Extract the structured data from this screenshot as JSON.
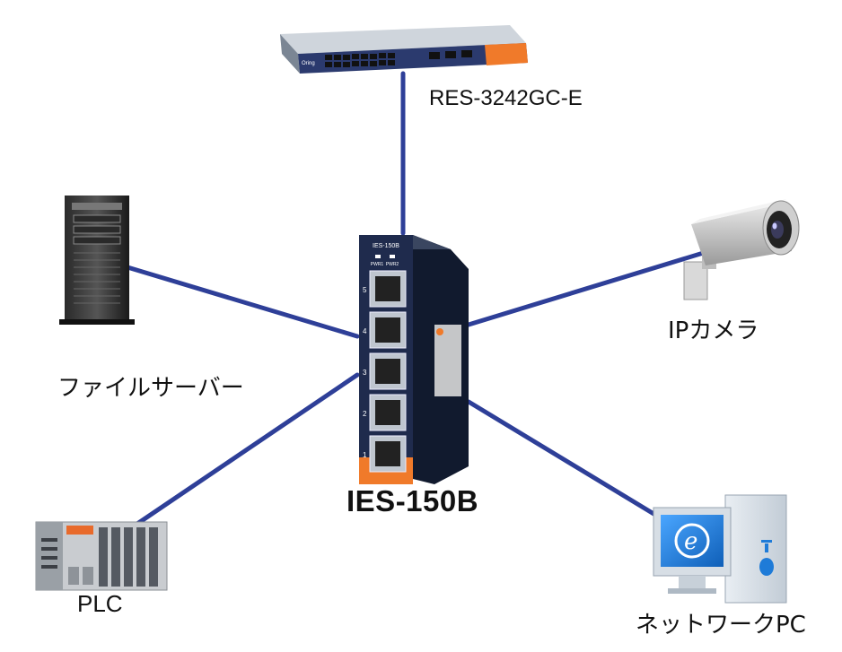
{
  "diagram": {
    "center_device": {
      "label": "IES-150B",
      "front_model": "IES-150B",
      "led_labels": [
        "PWR1",
        "PWR2"
      ],
      "port_numbers": [
        "5",
        "4",
        "3",
        "2",
        "1"
      ]
    },
    "top_device": {
      "label": "RES-3242GC-E",
      "brand": "Oring"
    },
    "nodes": {
      "server": {
        "label": "ファイルサーバー"
      },
      "camera": {
        "label": "IPカメラ"
      },
      "plc": {
        "label": "PLC"
      },
      "pc": {
        "label": "ネットワークPC"
      }
    },
    "colors": {
      "link": "#2e3f98",
      "switch_body": "#1f2b4d",
      "accent": "#f07a2a",
      "pc_screen": "#1e7bd8"
    }
  }
}
